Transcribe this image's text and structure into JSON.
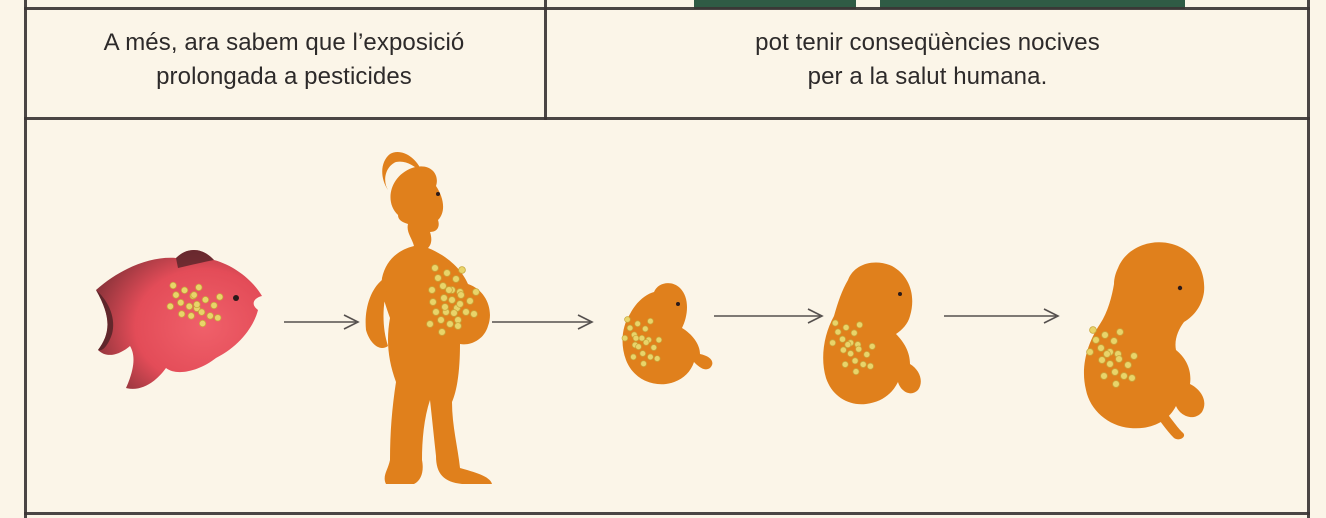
{
  "captions": {
    "left": {
      "line1": "A més, ara sabem que l’exposició",
      "line2": "prolongada a pesticides"
    },
    "right": {
      "line1": "pot tenir conseqüències nocives",
      "line2": "per a la salut humana."
    }
  },
  "illustration": {
    "sequence": [
      "fish-icon",
      "arrow-icon",
      "pregnant-woman-icon",
      "arrow-icon",
      "fetus-small-icon",
      "arrow-icon",
      "fetus-medium-icon",
      "arrow-icon",
      "fetus-large-icon"
    ]
  },
  "colors": {
    "background": "#fbf5e8",
    "frame": "#3b3535",
    "fish": "#e8505a",
    "fish_dark": "#5a2a2c",
    "figure": "#e0801c",
    "dots": "#e9d46a",
    "green": "#2f5b45"
  }
}
